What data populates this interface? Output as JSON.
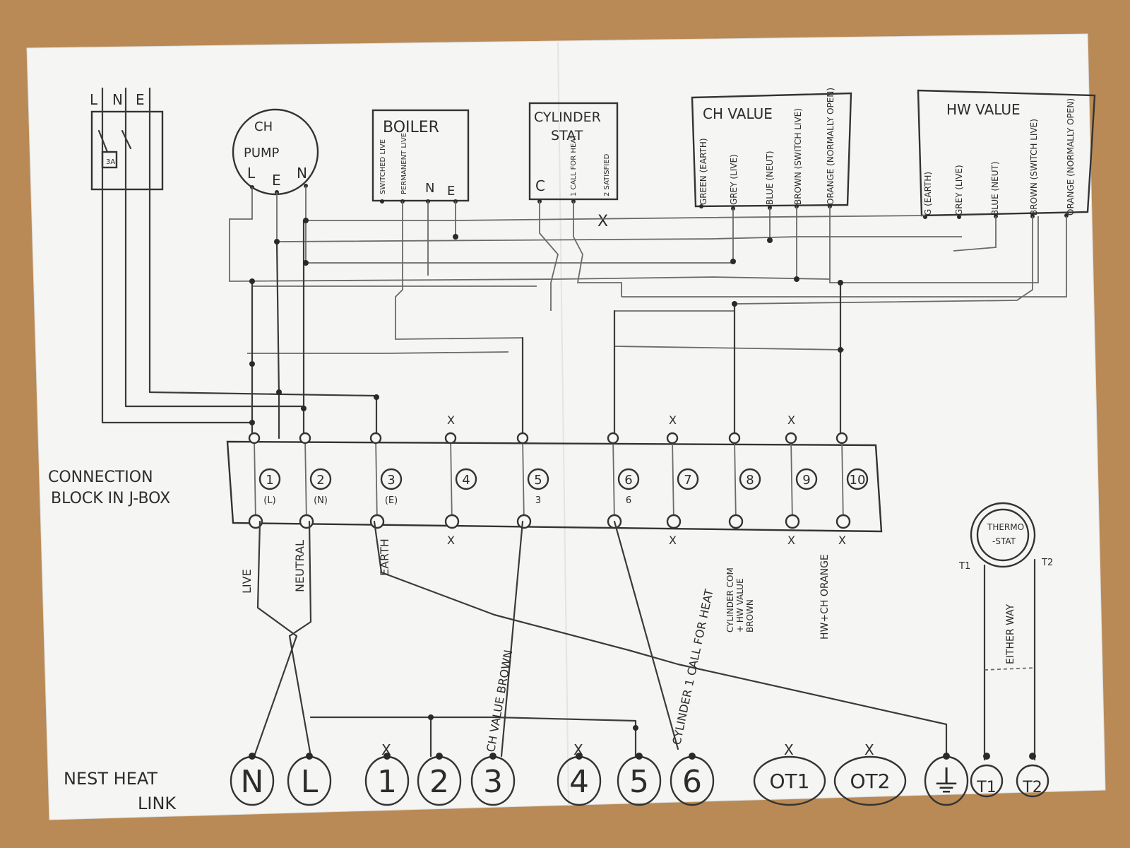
{
  "supply": {
    "line": "L",
    "neutral": "N",
    "earth": "E",
    "fuse": "3A"
  },
  "ch_pump": {
    "title_1": "CH",
    "title_2": "PUMP",
    "terminals": [
      "L",
      "E",
      "N"
    ]
  },
  "boiler": {
    "title": "BOILER",
    "terminals": [
      "SWITCHED LIVE",
      "PERMANENT LIVE",
      "N",
      "E"
    ]
  },
  "cylinder_stat": {
    "title_1": "CYLINDER",
    "title_2": "STAT",
    "terminals": [
      "C",
      "1 CALL FOR HEAT",
      "2 SATISFIED"
    ]
  },
  "ch_valve": {
    "title": "CH VALUE",
    "terminals": [
      "GREEN (EARTH)",
      "GREY (LIVE)",
      "BLUE (NEUT)",
      "BROWN (SWITCH LIVE)",
      "ORANGE (NORMALLY OPEN)"
    ]
  },
  "hw_valve": {
    "title": "HW VALUE",
    "terminals": [
      "G (EARTH)",
      "GREY (LIVE)",
      "BLUE (NEUT)",
      "BROWN (SWITCH LIVE)",
      "ORANGE (NORMALLY OPEN)"
    ]
  },
  "connection_block": {
    "label_1": "CONNECTION",
    "label_2": "BLOCK IN J-BOX",
    "terminals": [
      "1",
      "2",
      "3",
      "4",
      "5",
      "6",
      "7",
      "8",
      "9",
      "10"
    ],
    "sublabels": [
      "(L)",
      "(N)",
      "(E)",
      "",
      "3",
      "6",
      "",
      "",
      "",
      ""
    ],
    "unused_mark": "X"
  },
  "wire_labels": {
    "live": "LIVE",
    "neutral": "NEUTRAL",
    "earth": "EARTH",
    "ch_valve_brown": "CH VALUE BROWN",
    "cylinder_call": "CYLINDER 1 CALL FOR HEAT",
    "cyl_common_1": "CYLINDER COM",
    "cyl_common_2": "+ HW VALUE",
    "cyl_common_3": "BROWN",
    "hw_ch_orange": "HW+CH ORANGE"
  },
  "thermostat": {
    "label_1": "THERMO",
    "label_2": "-STAT",
    "t1": "T1",
    "t2": "T2",
    "either_way": "EITHER WAY"
  },
  "nest_heat_link": {
    "label_1": "NEST HEAT",
    "label_2": "LINK",
    "terminals": [
      "N",
      "L",
      "1",
      "2",
      "3",
      "4",
      "5",
      "6",
      "OT1",
      "OT2",
      "⏚",
      "T1",
      "T2"
    ]
  }
}
